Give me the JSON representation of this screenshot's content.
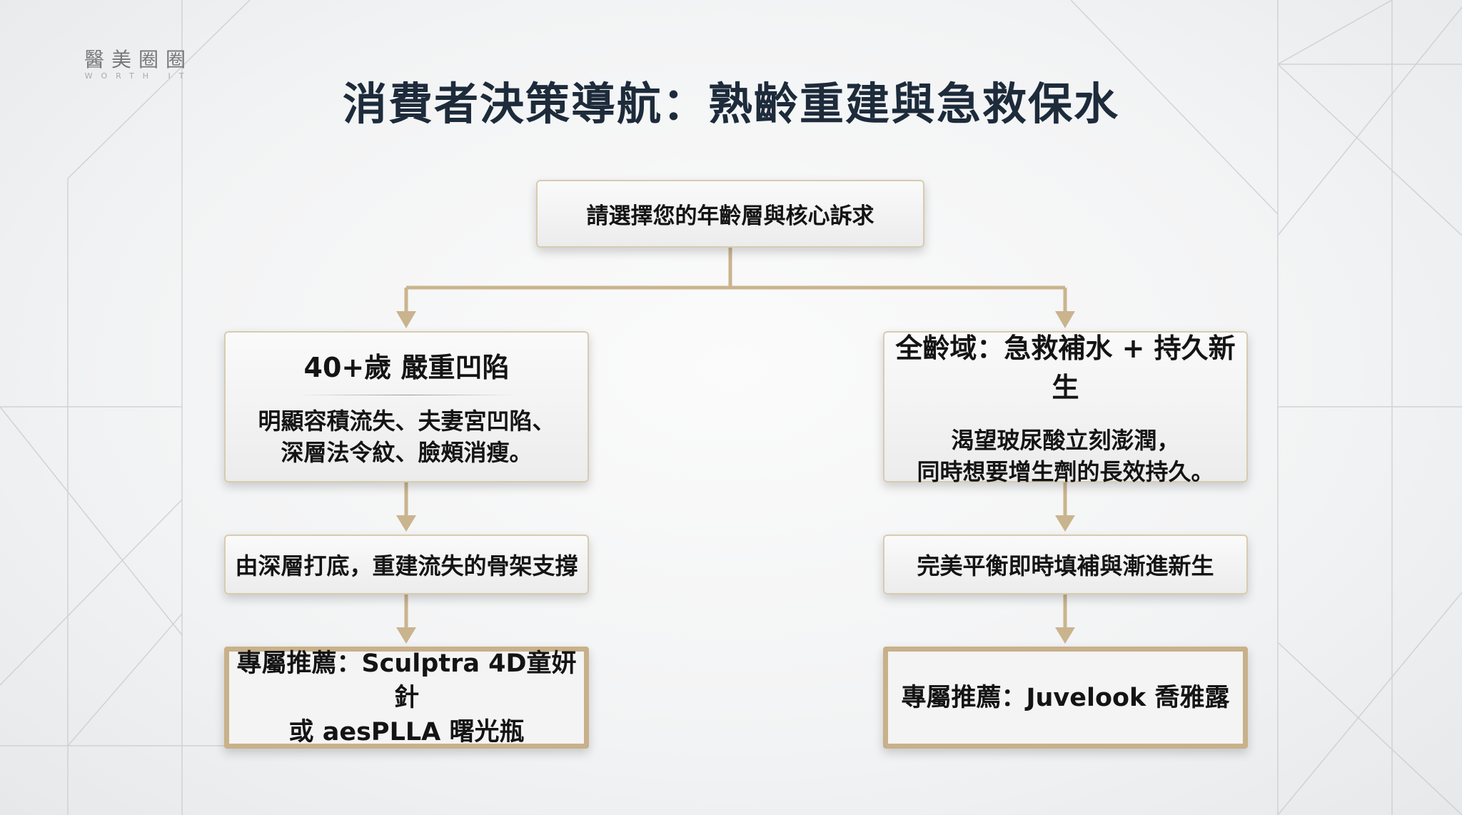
{
  "logo": {
    "name": "醫美圈圈",
    "tagline": "WORTH IT"
  },
  "title": "消費者決策導航：熟齡重建與急救保水",
  "root": "請選擇您的年齡層與核心訴求",
  "branches": [
    {
      "heading": "40+歲 嚴重凹陷",
      "desc_line1": "明顯容積流失、夫妻宮凹陷、",
      "desc_line2": "深層法令紋、臉頰消瘦。",
      "strategy": "由深層打底，重建流失的骨架支撐",
      "rec_line1": "專屬推薦：Sculptra 4D童妍針",
      "rec_line2": "或 aesPLLA 曙光瓶"
    },
    {
      "heading": "全齡域：急救補水 + 持久新生",
      "desc_line1": "渴望玻尿酸立刻澎潤，",
      "desc_line2": "同時想要增生劑的長效持久。",
      "strategy": "完美平衡即時填補與漸進新生",
      "rec_line1": "專屬推薦：Juvelook 喬雅露",
      "rec_line2": ""
    }
  ],
  "colors": {
    "connector": "#c9b48e",
    "title": "#1d2b3b"
  }
}
